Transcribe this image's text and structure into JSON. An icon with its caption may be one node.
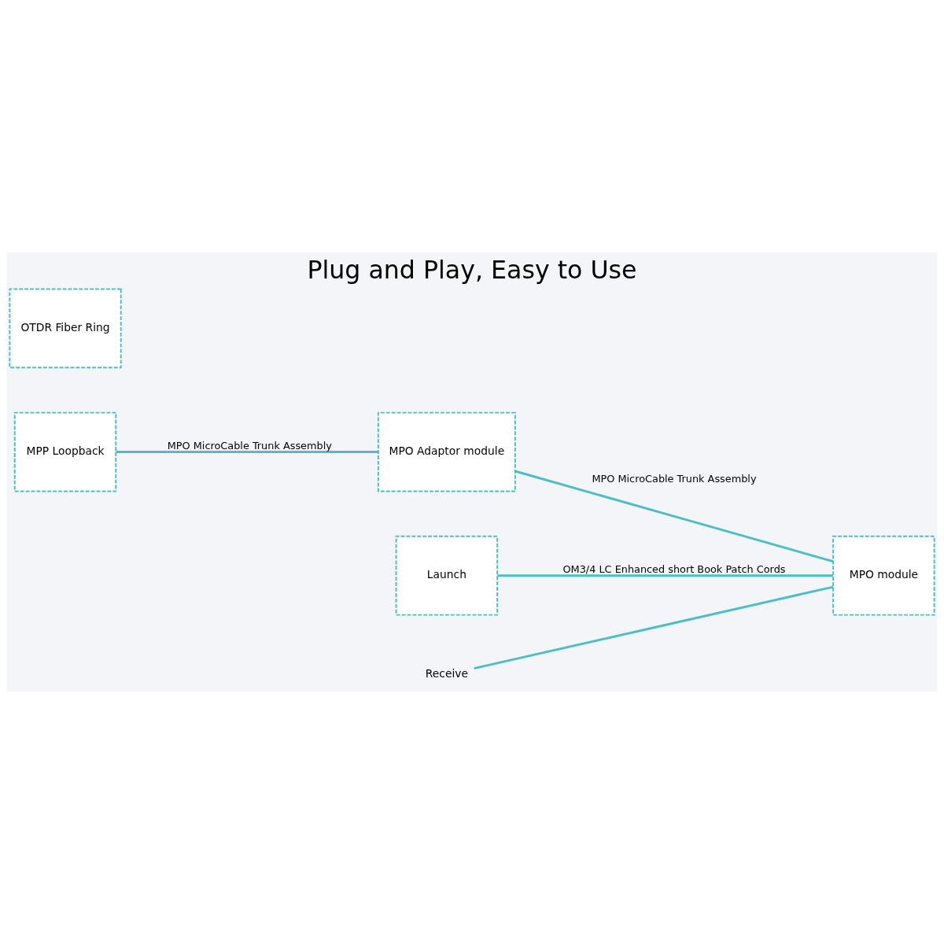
{
  "diagram": {
    "title": "Plug and Play, Easy to Use",
    "nodes": [
      {
        "text": [
          "MPP Loopback"
        ]
      },
      {
        "text": [
          "MPO Adaptor module"
        ]
      },
      {
        "text": [
          "OTDR Fiber Ring"
        ]
      },
      {
        "text": [
          "Launch"
        ]
      },
      {
        "text": [
          "MPO module"
        ]
      },
      {
        "text": [
          "Receive"
        ]
      }
    ],
    "edges": [
      {
        "from": 0,
        "to": 1,
        "arrow": "none",
        "label": "MPO MicroCable Trunk Assembly"
      },
      {
        "from": 1,
        "to": 4,
        "arrow": "none",
        "label": "MPO MicroCable Trunk Assembly"
      },
      {
        "from": 3,
        "to": 4,
        "arrow": "none",
        "label": "OM3/4 LC Enhanced short Book Patch Cords"
      },
      {
        "from": 5,
        "to": 4,
        "arrow": "none"
      }
    ]
  }
}
